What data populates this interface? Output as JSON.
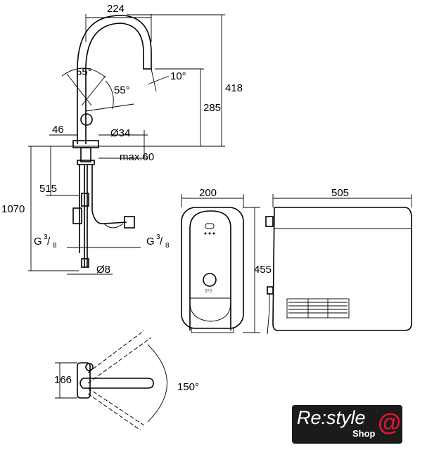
{
  "dimensions": {
    "spout_reach": "224",
    "total_height": "418",
    "spout_height": "285",
    "angle_top": "55°",
    "angle_side": "55°",
    "angle_spout": "10°",
    "base_offset": "46",
    "base_diameter": "Ø34",
    "max_thickness": "max.60",
    "hose_515": "515",
    "hose_1070": "1070",
    "thread_left": "G",
    "thread_right": "G",
    "thread_num": "3",
    "thread_den": "8",
    "pipe_diameter": "Ø8",
    "box_width": "200",
    "box_height": "455",
    "box_depth": "505",
    "handle_166": "166",
    "swivel_angle": "150°"
  },
  "logo": {
    "brand": "Re:style",
    "sub": "Shop",
    "mark": "@"
  },
  "colors": {
    "logo_bg": "#1b1b1b",
    "logo_accent": "#e0153a"
  }
}
